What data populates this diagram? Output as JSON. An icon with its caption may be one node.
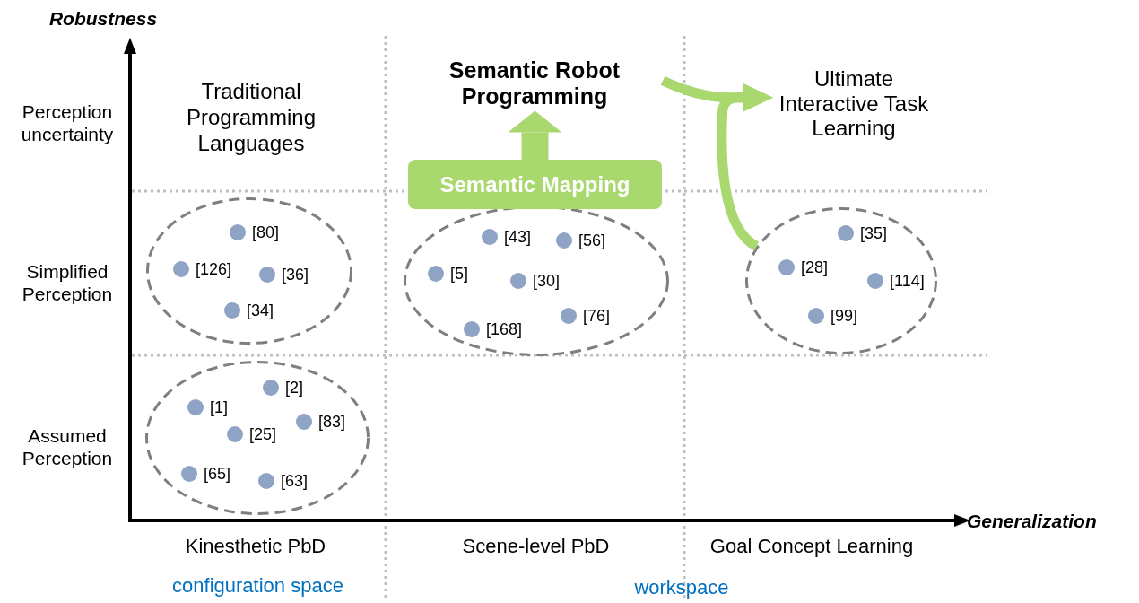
{
  "diagram": {
    "nodes": [
      {
        "text": [
          "Semantic Robot Programming"
        ]
      },
      {
        "text": [
          "Ultimate Interactive Task Learning"
        ]
      },
      {
        "text": [
          "Semantic Mapping"
        ]
      },
      {
        "text": [],
        "shape": "ellipse"
      },
      {
        "text": [],
        "shape": "circle",
        "beside": [
          "[80]"
        ],
        "in": 3
      },
      {
        "text": [],
        "shape": "circle",
        "beside": [
          "[126]"
        ],
        "in": 3
      },
      {
        "text": [],
        "shape": "circle",
        "beside": [
          "[36]"
        ],
        "in": 3
      },
      {
        "text": [],
        "shape": "circle",
        "beside": [
          "[34]"
        ],
        "in": 3
      },
      {
        "text": [],
        "shape": "ellipse"
      },
      {
        "text": [],
        "shape": "circle",
        "beside": [
          "[43]"
        ],
        "in": 8
      },
      {
        "text": [],
        "shape": "circle",
        "beside": [
          "[56]"
        ],
        "in": 8
      },
      {
        "text": [],
        "shape": "circle",
        "beside": [
          "[5]"
        ],
        "in": 8
      },
      {
        "text": [],
        "shape": "circle",
        "beside": [
          "[30]"
        ],
        "in": 8
      },
      {
        "text": [],
        "shape": "circle",
        "beside": [
          "[76]"
        ],
        "in": 8
      },
      {
        "text": [],
        "shape": "circle",
        "beside": [
          "[168]"
        ],
        "in": 8
      },
      {
        "text": [],
        "shape": "ellipse"
      },
      {
        "text": [],
        "shape": "circle",
        "beside": [
          "[35]"
        ],
        "in": 15
      },
      {
        "text": [],
        "shape": "circle",
        "beside": [
          "[28]"
        ],
        "in": 15
      },
      {
        "text": [],
        "shape": "circle",
        "beside": [
          "[114]"
        ],
        "in": 15
      },
      {
        "text": [],
        "shape": "circle",
        "beside": [
          "[99]"
        ],
        "in": 15
      },
      {
        "text": [],
        "shape": "ellipse"
      },
      {
        "text": [],
        "shape": "circle",
        "beside": [
          "[2]"
        ],
        "in": 20
      },
      {
        "text": [],
        "shape": "circle",
        "beside": [
          "[1]"
        ],
        "in": 20
      },
      {
        "text": [],
        "shape": "circle",
        "beside": [
          "[83]"
        ],
        "in": 20
      },
      {
        "text": [],
        "shape": "circle",
        "beside": [
          "[25]"
        ],
        "in": 20
      },
      {
        "text": [],
        "shape": "circle",
        "beside": [
          "[65]"
        ],
        "in": 20
      },
      {
        "text": [],
        "shape": "circle",
        "beside": [
          "[63]"
        ],
        "in": 20
      }
    ],
    "edges": [
      {
        "from": 2,
        "to": 0,
        "arrow": "to",
        "style": "thick"
      },
      {
        "from": 0,
        "to": 1,
        "arrow": "to"
      },
      {
        "from": 15,
        "to": 1,
        "arrow": "to"
      }
    ],
    "labels": [
      "Robustness",
      "Perception uncertainty",
      "Traditional Programming Languages",
      "Simplified Perception",
      "Assumed Perception",
      "Generalization",
      "Kinesthetic PbD",
      "Scene-level PbD",
      "Goal Concept Learning",
      "configuration space",
      "workspace"
    ]
  }
}
